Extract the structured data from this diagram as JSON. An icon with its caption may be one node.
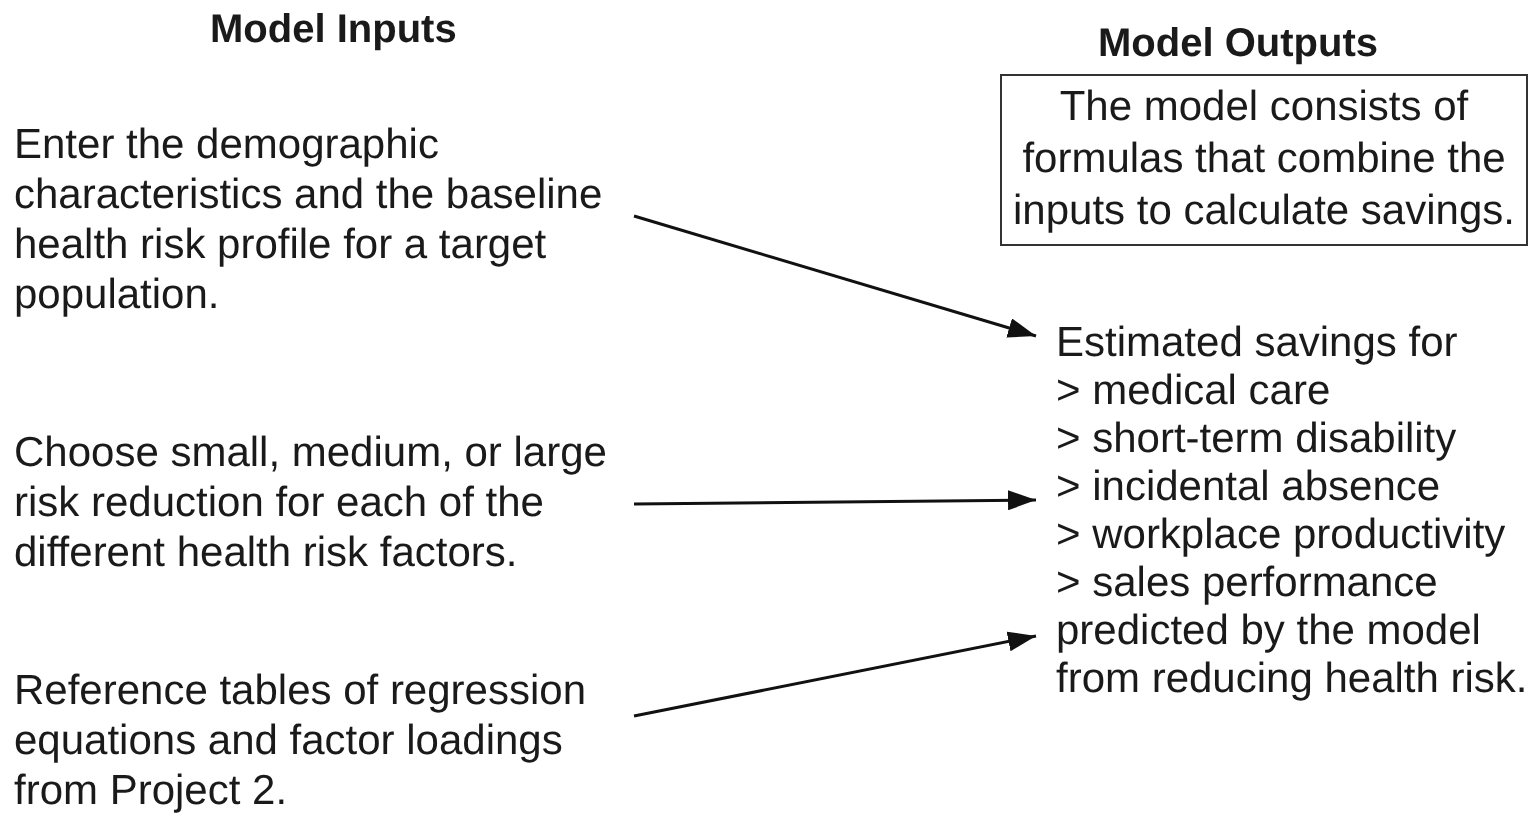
{
  "diagram": {
    "nodes": [
      {
        "text": [
          "Enter the demographic characteristics and the baseline health risk profile for a target population."
        ]
      },
      {
        "text": [
          "Choose small, medium, or large risk reduction for each of the different health risk factors."
        ]
      },
      {
        "text": [
          "Reference tables of regression equations and factor loadings from Project 2."
        ]
      },
      {
        "text": [
          "The model consists of formulas that combine the inputs to calculate savings."
        ]
      },
      {
        "text": [
          "Estimated savings for",
          "> medical care",
          "> short-term disability",
          "> incidental absence",
          "> workplace productivity",
          "> sales performance",
          "predicted by the model",
          "from reducing health risk."
        ]
      }
    ],
    "edges": [
      {
        "from": 0,
        "to": 4,
        "arrow": "to"
      },
      {
        "from": 1,
        "to": 4,
        "arrow": "to"
      },
      {
        "from": 2,
        "to": 4,
        "arrow": "to"
      }
    ],
    "labels": [
      "Model Inputs",
      "Model Outputs"
    ]
  }
}
